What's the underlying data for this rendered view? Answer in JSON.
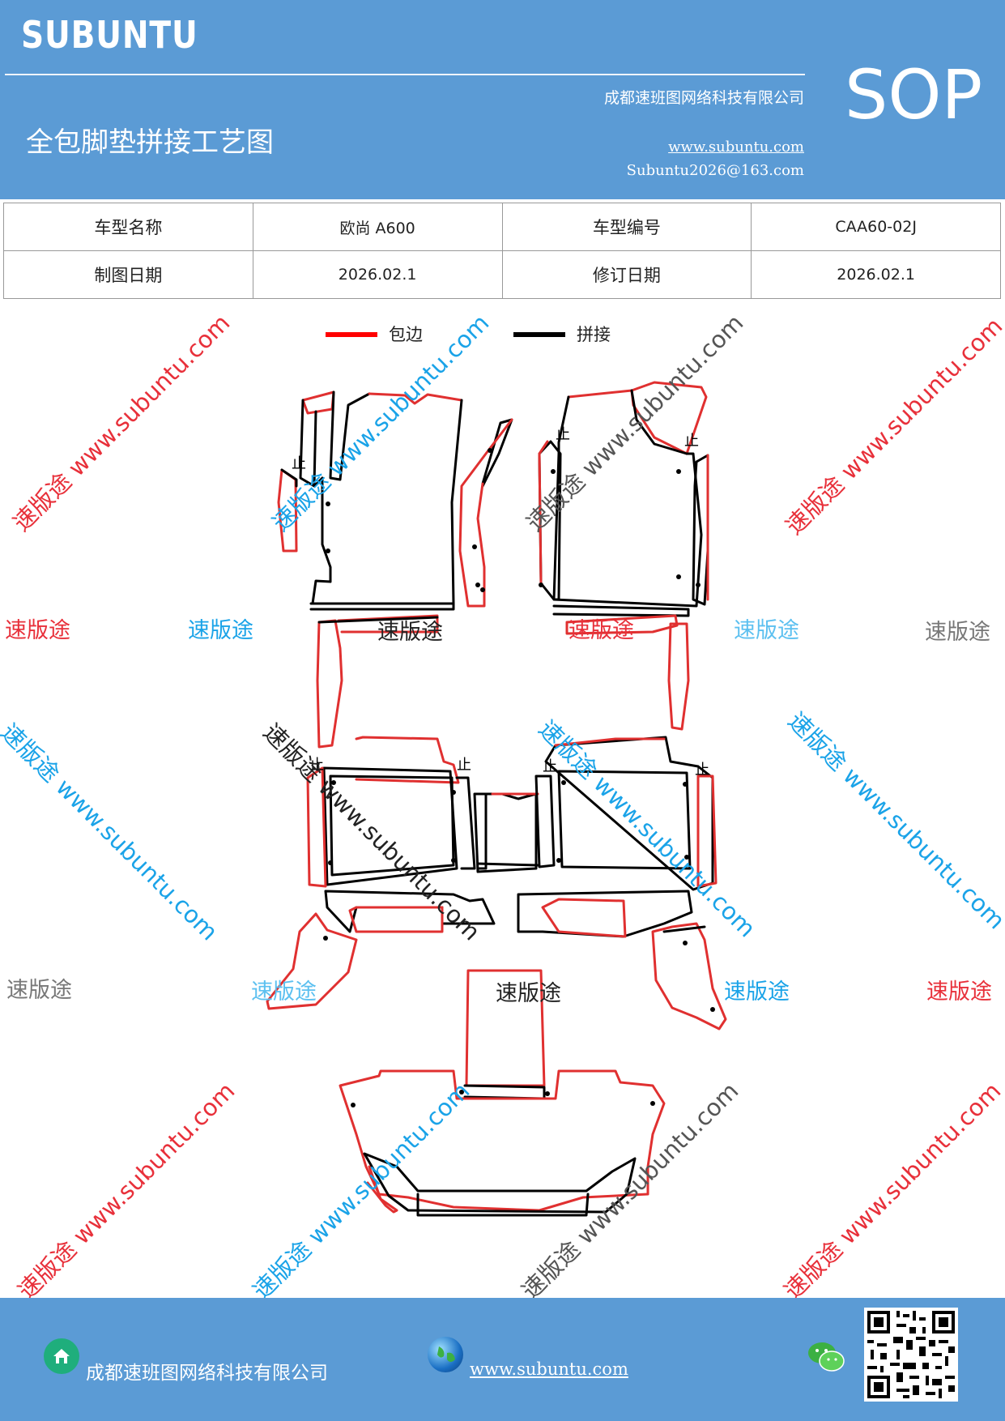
{
  "header": {
    "brand": "SUBUNTU",
    "company": "成都速班图网络科技有限公司",
    "title": "全包脚垫拼接工艺图",
    "website": "www.subuntu.com",
    "email": "Subuntu2026@163.com",
    "badge": "SOP"
  },
  "info_table": {
    "model_name_label": "车型名称",
    "model_name_value": "欧尚 A600",
    "model_code_label": "车型编号",
    "model_code_value": "CAA60-02J",
    "draw_date_label": "制图日期",
    "draw_date_value": "2026.02.1",
    "revise_date_label": "修订日期",
    "revise_date_value": "2026.02.1"
  },
  "legend": {
    "red_label": "包边",
    "black_label": "拼接",
    "colors": {
      "red": "#ff0000",
      "black": "#000000"
    }
  },
  "watermarks": {
    "text": "速版途",
    "diagonal_text": "速版途 www.subuntu.com",
    "colors": {
      "red": "#e8303a",
      "blue": "#1aa3e8",
      "gray": "#777777",
      "lightblue": "#5cc0f0",
      "black": "#222222"
    }
  },
  "diagram": {
    "mark": "止"
  },
  "footer": {
    "company": "成都速班图网络科技有限公司",
    "website": "www.subuntu.com",
    "icons": [
      "home-icon",
      "globe-icon",
      "wechat-icon",
      "qr-code"
    ]
  }
}
